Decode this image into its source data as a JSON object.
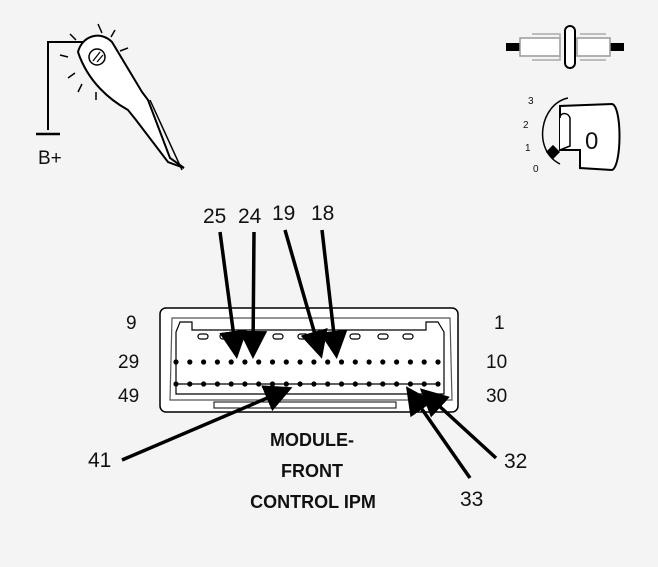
{
  "test_light": {
    "supply_label": "B+",
    "icon": "test-light-probe-icon"
  },
  "ignition": {
    "positions": [
      "3",
      "2",
      "1",
      "0"
    ],
    "key_label": "0",
    "icon": "ignition-key-icon"
  },
  "connector": {
    "icon": "connector-icon"
  },
  "module": {
    "title_line1": "MODULE-",
    "title_line2": "FRONT",
    "title_line3": "CONTROL IPM"
  },
  "row_labels": {
    "left": [
      "9",
      "29",
      "49"
    ],
    "right": [
      "1",
      "10",
      "30"
    ]
  },
  "pin_callouts": [
    "25",
    "24",
    "19",
    "18",
    "41",
    "33",
    "32"
  ]
}
